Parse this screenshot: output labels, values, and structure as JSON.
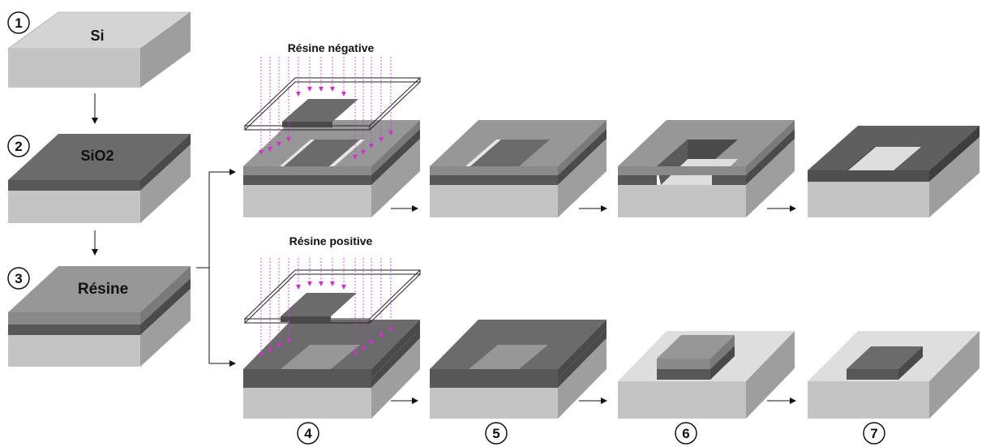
{
  "steps": {
    "s1": "1",
    "s2": "2",
    "s3": "3",
    "s4": "4",
    "s5": "5",
    "s6": "6",
    "s7": "7"
  },
  "layers": {
    "si": "Si",
    "sio2": "SiO2",
    "resine": "Résine"
  },
  "captions": {
    "negative": "Résine négative",
    "positive": "Résine positive"
  },
  "colors": {
    "si_top": "#d9d9d9",
    "si_front": "#c4c4c4",
    "si_side": "#9e9e9e",
    "oxide_top": "#6b6b6b",
    "oxide_front": "#575757",
    "oxide_side": "#4a4a4a",
    "resist_top": "#979797",
    "resist_front": "#8a8a8a",
    "resist_side": "#7a7a7a",
    "uv_arrow": "#cc33cc"
  }
}
